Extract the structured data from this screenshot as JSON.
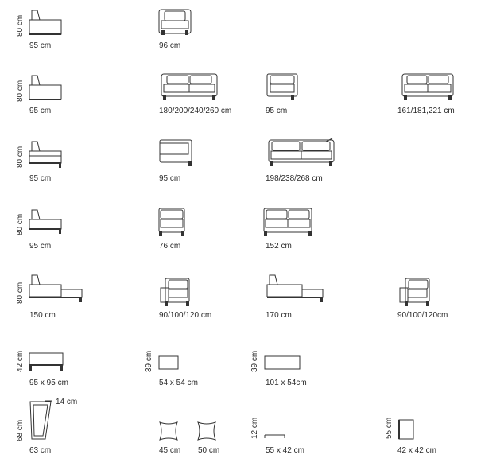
{
  "widths": [
    {
      "id": "r1a",
      "text": "95 cm"
    },
    {
      "id": "r1b",
      "text": "96 cm"
    },
    {
      "id": "r2a",
      "text": "95 cm"
    },
    {
      "id": "r2b",
      "text": "180/200/240/260 cm"
    },
    {
      "id": "r2c",
      "text": "95 cm"
    },
    {
      "id": "r2d",
      "text": "161/181,221 cm"
    },
    {
      "id": "r3a",
      "text": "95 cm"
    },
    {
      "id": "r3b",
      "text": "95 cm"
    },
    {
      "id": "r3c",
      "text": "198/238/268 cm"
    },
    {
      "id": "r4a",
      "text": "95 cm"
    },
    {
      "id": "r4b",
      "text": "76 cm"
    },
    {
      "id": "r4c",
      "text": "152 cm"
    },
    {
      "id": "r5a",
      "text": "150 cm"
    },
    {
      "id": "r5b",
      "text": "90/100/120 cm"
    },
    {
      "id": "r5c",
      "text": "170 cm"
    },
    {
      "id": "r5d",
      "text": "90/100/120cm"
    },
    {
      "id": "r6a",
      "text": "95 x 95 cm"
    },
    {
      "id": "r6b",
      "text": "54 x 54 cm"
    },
    {
      "id": "r6c",
      "text": "101 x 54cm"
    },
    {
      "id": "r7a",
      "text": "63 cm"
    },
    {
      "id": "r7a2",
      "text": "14 cm"
    },
    {
      "id": "r7b",
      "text": "45 cm"
    },
    {
      "id": "r7c",
      "text": "50 cm"
    },
    {
      "id": "r7d",
      "text": "55 x 42 cm"
    },
    {
      "id": "r7e",
      "text": "42 x 42 cm"
    }
  ],
  "heights": [
    {
      "id": "h1",
      "text": "80 cm"
    },
    {
      "id": "h2",
      "text": "80 cm"
    },
    {
      "id": "h3",
      "text": "80 cm"
    },
    {
      "id": "h4",
      "text": "80 cm"
    },
    {
      "id": "h5",
      "text": "80 cm"
    },
    {
      "id": "h6",
      "text": "42 cm"
    },
    {
      "id": "h6b",
      "text": "39 cm"
    },
    {
      "id": "h6c",
      "text": "39 cm"
    },
    {
      "id": "h7",
      "text": "68 cm"
    },
    {
      "id": "h7b",
      "text": "12 cm"
    },
    {
      "id": "h7c",
      "text": "55 cm"
    }
  ]
}
